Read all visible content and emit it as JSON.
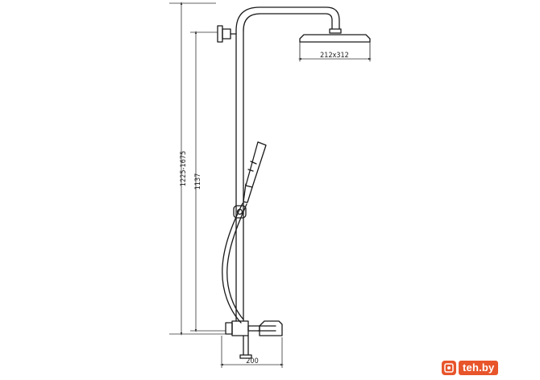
{
  "dimensions": {
    "total_height": "1225-1675",
    "bar_height": "1137",
    "head_size": "212x312",
    "spout_length": "200"
  },
  "watermark": {
    "text": "teh.by",
    "color": "#e8552b"
  },
  "colors": {
    "line": "#1a1a1a",
    "dimension": "#333333"
  }
}
